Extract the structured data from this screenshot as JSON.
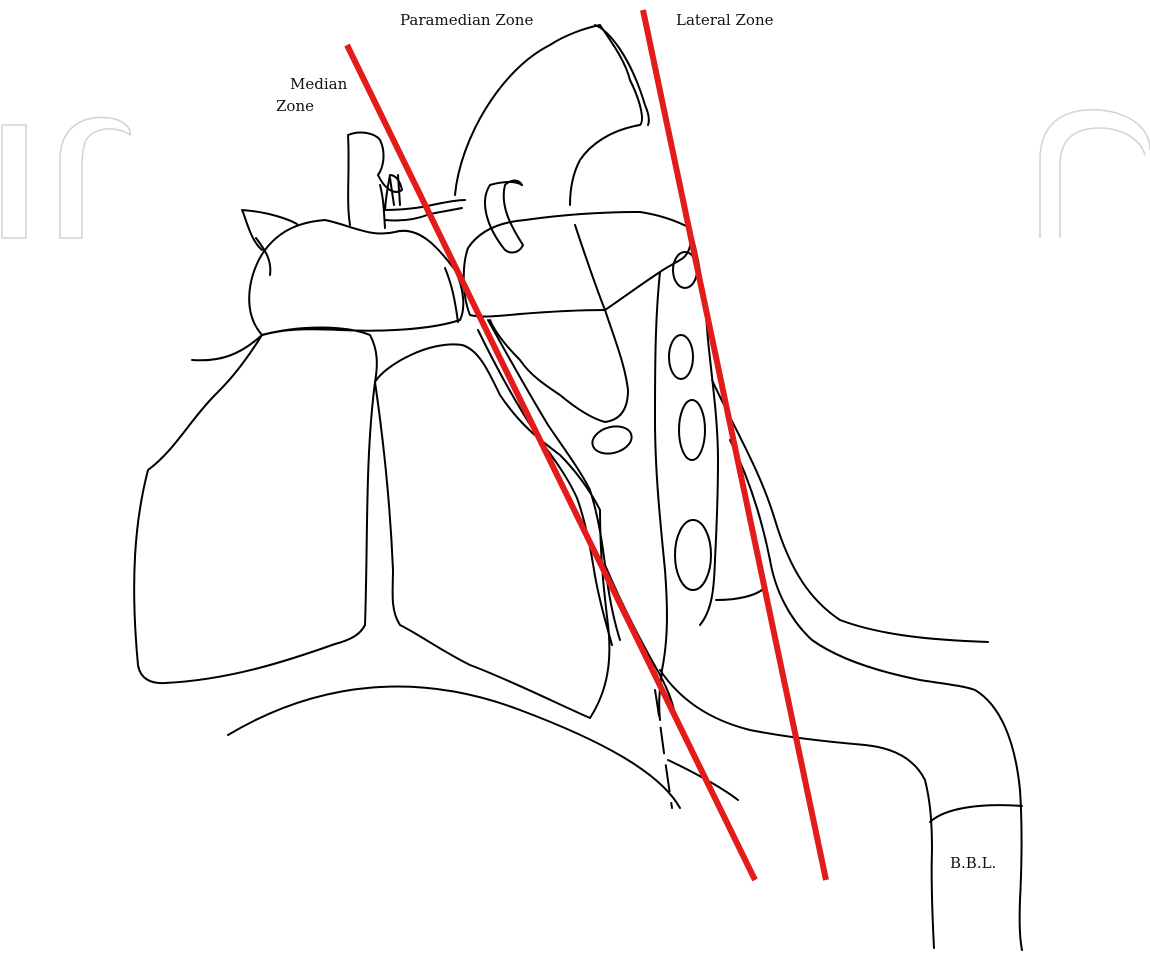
{
  "labels": {
    "paramedian_zone": "Paramedian Zone",
    "lateral_zone": "Lateral Zone",
    "median_zone_line1": "Median",
    "median_zone_line2": "Zone",
    "bbl": "B.B.L."
  },
  "colors": {
    "zone_line": "#e31b1b",
    "outline": "#000000",
    "watermark": "#d4d4d4"
  }
}
